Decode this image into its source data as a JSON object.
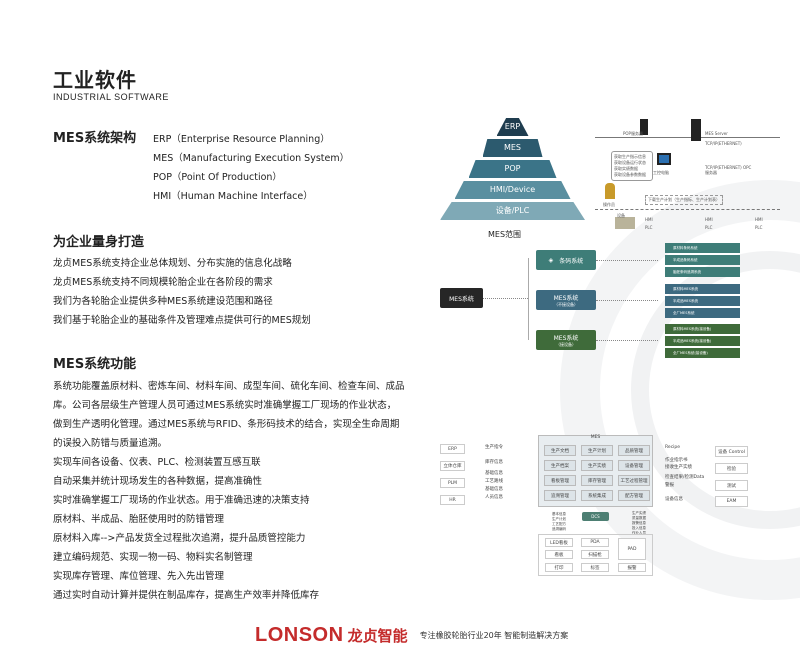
{
  "header": {
    "title": "工业软件",
    "subtitle": "INDUSTRIAL SOFTWARE"
  },
  "architecture": {
    "heading": "MES系统架构",
    "items": [
      "ERP（Enterprise Resource Planning）",
      "MES（Manufacturing Execution System）",
      "POP（Point Of Production）",
      "HMI（Human Machine Interface）"
    ]
  },
  "custom": {
    "heading": "为企业量身打造",
    "lines": [
      "龙贞MES系统支持企业总体规划、分布实施的信息化战略",
      "龙贞MES系统支持不同规模轮胎企业在各阶段的需求",
      "我们为各轮胎企业提供多种MES系统建设范围和路径",
      "我们基于轮胎企业的基础条件及管理难点提供可行的MES规划"
    ]
  },
  "functions": {
    "heading": "MES系统功能",
    "paragraph": "系统功能覆盖原材料、密炼车间、材料车间、成型车间、硫化车间、检查车间、成品库。公司各层级生产管理人员可通过MES系统实时准确掌握工厂现场的作业状态，做到生产透明化管理。通过MES系统与RFID、条形码技术的结合，实现全生命周期的误投入防错与质量追溯。",
    "lines": [
      "实现车间各设备、仪表、PLC、检测装置互感互联",
      "自动采集并统计现场发生的各种数据，提高准确性",
      "实时准确掌握工厂现场的作业状态。用于准确迅速的决策支持",
      "原材料、半成品、胎胚使用时的防错管理",
      "原材料入库-->产品发货全过程批次追溯，提升品质管控能力",
      "建立编码规范、实现一物一码、物料实名制管理",
      "实现库存管理、库位管理、先入先出管理",
      "通过实时自动计算并提供在制品库存，提高生产效率并降低库存"
    ]
  },
  "pyramid": {
    "levels": [
      "ERP",
      "MES",
      "POP",
      "HMI/Device",
      "设备/PLC"
    ],
    "caption": "MES范围",
    "colors": [
      "#1f3d4f",
      "#2c5a6e",
      "#3b7488",
      "#5a8fa0",
      "#7fa9b6"
    ]
  },
  "network": {
    "pop_server": "POP服务器",
    "mes_server": "MES Server",
    "protocol1": "TCP/IP(ETHERNET)",
    "protocol2": "TCP/IP(ETHERNET) OPC服务器",
    "notes": [
      "获取生产指示信息",
      "获取设备运行状态",
      "获取实绩数据",
      "获取设备参数数据"
    ],
    "workstation": "工控电脑",
    "operator": "操作员",
    "dispatch": "下载生产计划（生产指标、生产计划表）",
    "device": "设备",
    "hmi": "HMI",
    "plc": "PLC"
  },
  "tree": {
    "root": "MES系统",
    "branches": [
      {
        "label": "条码系统",
        "sub": "",
        "color": "#3e7d78",
        "leaves": [
          "原材料条码系统",
          "半成品条码系统",
          "胎胚条码追溯系统"
        ]
      },
      {
        "label": "MES系统",
        "sub": "（不接设备）",
        "color": "#3d6a80",
        "leaves": [
          "原材料MES系统",
          "半成品MES系统",
          "全厂MES系统"
        ]
      },
      {
        "label": "MES系统",
        "sub": "（接设备）",
        "color": "#3f6b3a",
        "leaves": [
          "原材料MES系统(接设备)",
          "半成品MES系统(接设备)",
          "全厂MES系统(接设备)"
        ]
      }
    ]
  },
  "mes_diagram": {
    "title": "MES",
    "left": [
      "ERP",
      "立体仓库",
      "PLM",
      "HR"
    ],
    "left_flows": [
      "生产指令",
      "库存信息",
      "基础信息",
      "工艺路线",
      "基础信息",
      "人员信息"
    ],
    "modules": [
      "生产文档",
      "生产计划",
      "品质管理",
      "生产档案",
      "生产实绩",
      "设备管理",
      "看板管理",
      "库存管理",
      "工艺过程管理",
      "追溯管理",
      "系统集成",
      "配方管理"
    ],
    "right_flows": [
      "Recipe",
      "作业指示书",
      "接收生产实绩",
      "检查结果/检测Data",
      "警报",
      "设备信息"
    ],
    "right": [
      "设备 Control",
      "检验",
      "测试",
      "EAM"
    ],
    "dcs": "DCS",
    "down_left": [
      "基本信息",
      "生产计划",
      "工艺配方",
      "追溯编码"
    ],
    "down_right": [
      "生产实绩",
      "质量数据",
      "报警信息",
      "投入信息",
      "作业人员"
    ],
    "bottom": [
      "LED看板",
      "PDA",
      "PAD",
      "看板",
      "扫描枪",
      "打印",
      "标签",
      "报警"
    ]
  },
  "footer": {
    "logo": "LONSON",
    "logo_cn": "龙贞智能",
    "slogan": "专注橡胶轮胎行业20年 智能制造解决方案"
  }
}
